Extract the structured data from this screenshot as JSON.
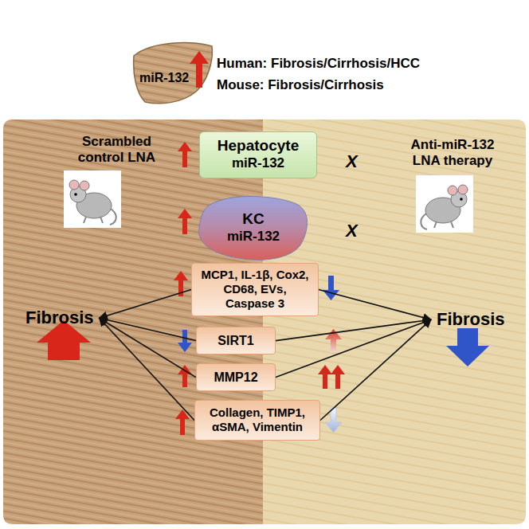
{
  "diagram": {
    "nodes": [
      {
        "text": [
          "miR-132"
        ]
      },
      {
        "text": [
          "Scrambled control LNA"
        ]
      },
      {
        "text": [
          "Anti-miR-132 LNA therapy"
        ]
      },
      {
        "text": [
          "Hepatocyte",
          "miR-132"
        ]
      },
      {
        "text": [
          "KC",
          "miR-132"
        ]
      },
      {
        "text": [
          "MCP1, IL-1β, Cox2, CD68, EVs, Caspase 3"
        ]
      },
      {
        "text": [
          "SIRT1"
        ]
      },
      {
        "text": [
          "MMP12"
        ]
      },
      {
        "text": [
          "Collagen, TIMP1, αSMA, Vimentin"
        ]
      },
      {
        "text": [
          "Fibrosis"
        ],
        "in": 1
      },
      {
        "text": [
          "Fibrosis"
        ],
        "in": 2
      }
    ],
    "edges": [
      {
        "from": 5,
        "to": 9,
        "arrow": "to"
      },
      {
        "from": 6,
        "to": 9,
        "arrow": "to"
      },
      {
        "from": 7,
        "to": 9,
        "arrow": "to"
      },
      {
        "from": 8,
        "to": 9,
        "arrow": "to"
      },
      {
        "from": 5,
        "to": 10,
        "arrow": "to"
      },
      {
        "from": 6,
        "to": 10,
        "arrow": "to"
      },
      {
        "from": 7,
        "to": 10,
        "arrow": "to"
      },
      {
        "from": 8,
        "to": 10,
        "arrow": "to"
      }
    ],
    "labels": [
      "Human: Fibrosis/Cirrhosis/HCC",
      "Mouse: Fibrosis/Cirrhosis",
      "X",
      "X"
    ]
  }
}
